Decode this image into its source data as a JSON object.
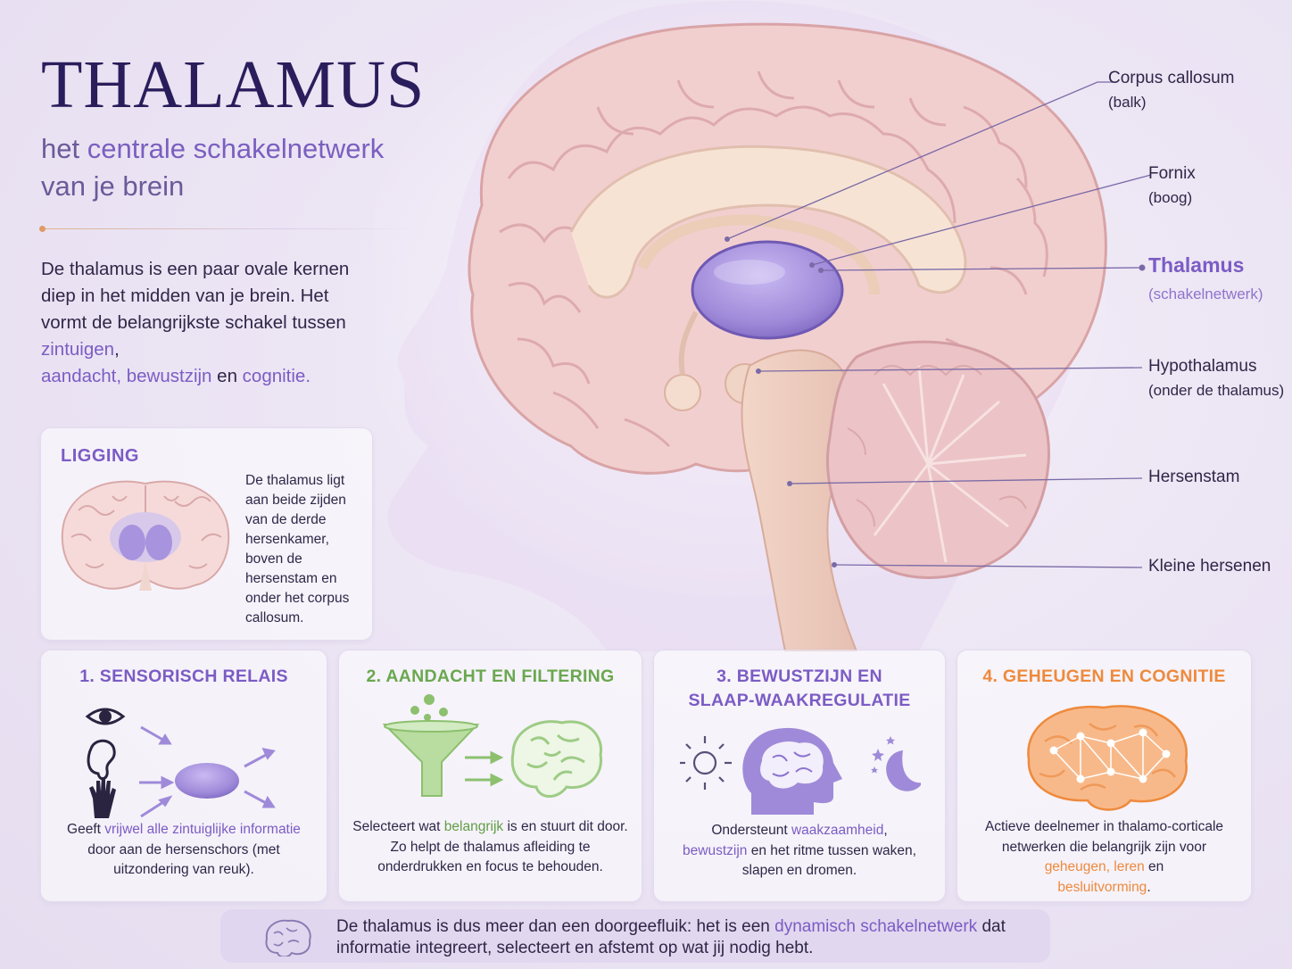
{
  "header": {
    "title": "THALAMUS",
    "subtitle_pre": "het ",
    "subtitle_hl": "centrale schakelnetwerk",
    "subtitle_post": "van je brein"
  },
  "intro": {
    "text1": "De thalamus is een paar ovale kernen diep in het midden van je brein. Het vormt de belangrijkste schakel tussen ",
    "hl1": "zintuigen",
    "sep1": ",",
    "hl2": "aandacht, bewustzijn",
    "sep2": " en ",
    "hl3": "cognitie."
  },
  "ligging": {
    "heading": "LIGGING",
    "text": "De thalamus ligt aan beide zijden van de derde hersenkamer, boven de hersenstam en onder het corpus callosum."
  },
  "labels": {
    "corpus_callosum": {
      "main": "Corpus callosum",
      "sub": "(balk)"
    },
    "fornix": {
      "main": "Fornix",
      "sub": "(boog)"
    },
    "thalamus": {
      "main": "Thalamus",
      "sub": "(schakelnetwerk)"
    },
    "hypothalamus": {
      "main": "Hypothalamus",
      "sub": "(onder de thalamus)"
    },
    "hersenstam": {
      "main": "Hersenstam"
    },
    "kleine_hersenen": {
      "main": "Kleine hersenen"
    }
  },
  "cards": [
    {
      "heading": "1. SENSORISCH RELAIS",
      "t1": "Geeft ",
      "h1": "vrijwel alle zintuiglijke informatie",
      "t2": " door aan de hersenschors (met uitzondering van reuk)."
    },
    {
      "heading": "2. AANDACHT EN FILTERING",
      "t1": "Selecteert wat ",
      "h1": "belangrijk",
      "t2": " is en stuurt dit door. Zo helpt de thalamus afleiding te onderdrukken en focus te behouden."
    },
    {
      "heading_l1": "3. BEWUSTZIJN EN",
      "heading_l2": "SLAAP-WAAKREGULATIE",
      "t1": "Ondersteunt ",
      "h1": "waakzaamheid",
      "t2": ", ",
      "h2": "bewustzijn",
      "t3": " en het ritme tussen waken, slapen en dromen."
    },
    {
      "heading": "4. GEHEUGEN EN COGNITIE",
      "t1": "Actieve deelnemer in thalamo-corticale netwerken die belangrijk zijn voor ",
      "h1": "geheugen, leren",
      "t2": " en ",
      "h2": "besluitvorming",
      "t3": "."
    }
  ],
  "footer": {
    "t1": "De thalamus is dus meer dan een doorgeefluik: het is een ",
    "h1": "dynamisch schakelnetwerk",
    "t2": " dat informatie integreert, selecteert en afstemt op wat jij nodig hebt."
  },
  "icons": {
    "eye": "eye-icon",
    "ear": "ear-icon",
    "hand": "hand-icon",
    "funnel": "funnel-icon",
    "sun": "sun-icon",
    "moon": "moon-icon",
    "head": "head-icon",
    "brain": "brain-icon"
  },
  "colors": {
    "thalamus": "#9f8ad9",
    "accent_purple": "#7b5cc4",
    "accent_green": "#6aa84f",
    "accent_orange": "#ee8a3c",
    "brain_pink": "#f2cfcf"
  }
}
